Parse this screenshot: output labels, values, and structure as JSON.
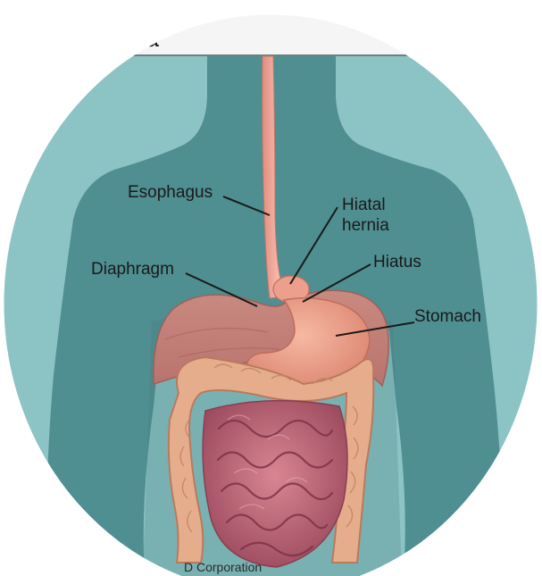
{
  "title": "ernia",
  "labels": {
    "esophagus": "Esophagus",
    "hiatal_hernia_line1": "Hiatal",
    "hiatal_hernia_line2": "hernia",
    "hiatus": "Hiatus",
    "diaphragm": "Diaphragm",
    "stomach": "Stomach"
  },
  "credit": "D Corporation",
  "colors": {
    "background": "#8cc3c4",
    "silhouette": "#4f8e91",
    "esophagus": "#f0a899",
    "stomach": "#eb9c85",
    "diaphragm": "#c9877c",
    "intestine": "#c46a7a",
    "colon": "#e6ad8d",
    "leader_line": "#1a1a1a"
  }
}
